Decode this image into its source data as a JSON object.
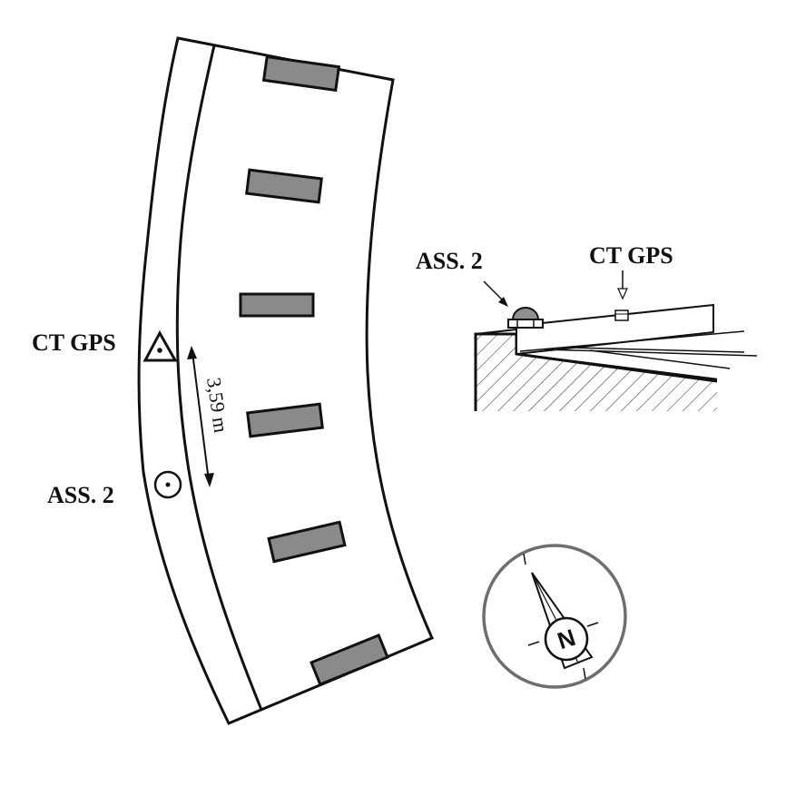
{
  "plan": {
    "gps_label": "CT GPS",
    "anchor_label": "ASS. 2",
    "dimension": "3,59 m"
  },
  "section": {
    "anchor_label": "ASS. 2",
    "gps_label": "CT GPS"
  },
  "compass": {
    "north": "N"
  },
  "colors": {
    "outline": "#111111",
    "pier_fill": "#8a8a8a",
    "compass_ring": "#6e6e6e",
    "dome_fill": "#8f8f8f"
  }
}
